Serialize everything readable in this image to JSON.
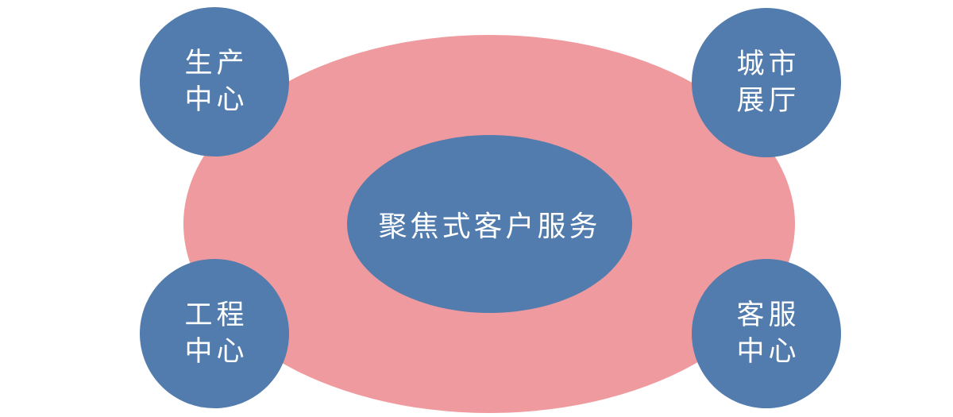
{
  "center": {
    "label": "聚焦式客户服务"
  },
  "nodes": {
    "production": {
      "line1": "生产",
      "line2": "中心"
    },
    "city_hall": {
      "line1": "城市",
      "line2": "展厅"
    },
    "engineering": {
      "line1": "工程",
      "line2": "中心"
    },
    "service": {
      "line1": "客服",
      "line2": "中心"
    }
  },
  "colors": {
    "outer_ring": "#ef9a9e",
    "circle_fill": "#527cad",
    "text": "#ffffff"
  }
}
